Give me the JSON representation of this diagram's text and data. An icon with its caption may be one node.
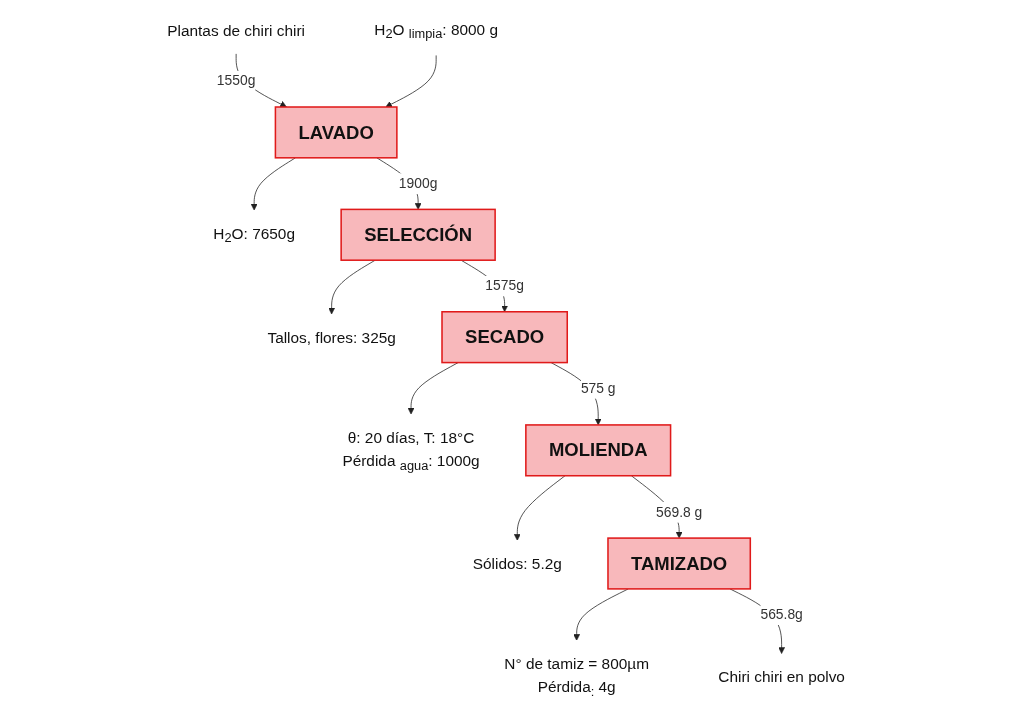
{
  "diagram": {
    "nodes": [
      {
        "text": [
          "Plantas de chiri chiri"
        ]
      },
      {
        "text": [
          "H$_{2}$O $_{limpia}$: 8000 g"
        ]
      },
      {
        "text": [
          "LAVADO"
        ]
      },
      {
        "text": [
          "H$_{2}$O: 7650g"
        ]
      },
      {
        "text": [
          "SELECCIÓN"
        ]
      },
      {
        "text": [
          "Tallos,  flores: 325g"
        ]
      },
      {
        "text": [
          "SECADO"
        ]
      },
      {
        "text": [
          "θ: 20 días, T: 18°C",
          "Pérdida $_{agua}$: 1000g"
        ]
      },
      {
        "text": [
          "MOLIENDA"
        ]
      },
      {
        "text": [
          "Sólidos: 5.2g"
        ]
      },
      {
        "text": [
          "TAMIZADO"
        ]
      },
      {
        "text": [
          "N° de tamiz = 800µm",
          "Pérdida$_{:}$ 4g"
        ]
      },
      {
        "text": [
          "Chiri chiri en polvo"
        ]
      }
    ],
    "edges": [
      {
        "from": 0,
        "to": 2,
        "arrow": "to",
        "label": "1550g"
      },
      {
        "from": 1,
        "to": 2,
        "arrow": "to"
      },
      {
        "from": 2,
        "to": 3,
        "arrow": "to"
      },
      {
        "from": 2,
        "to": 4,
        "arrow": "to",
        "label": "1900g"
      },
      {
        "from": 4,
        "to": 5,
        "arrow": "to"
      },
      {
        "from": 4,
        "to": 6,
        "arrow": "to",
        "label": "1575g"
      },
      {
        "from": 6,
        "to": 7,
        "arrow": "to"
      },
      {
        "from": 6,
        "to": 8,
        "arrow": "to",
        "label": "575 g"
      },
      {
        "from": 8,
        "to": 9,
        "arrow": "to"
      },
      {
        "from": 8,
        "to": 10,
        "arrow": "to",
        "label": "569.8 g"
      },
      {
        "from": 10,
        "to": 11,
        "arrow": "to"
      },
      {
        "from": 10,
        "to": 12,
        "arrow": "to",
        "label": "565.8g"
      }
    ]
  }
}
